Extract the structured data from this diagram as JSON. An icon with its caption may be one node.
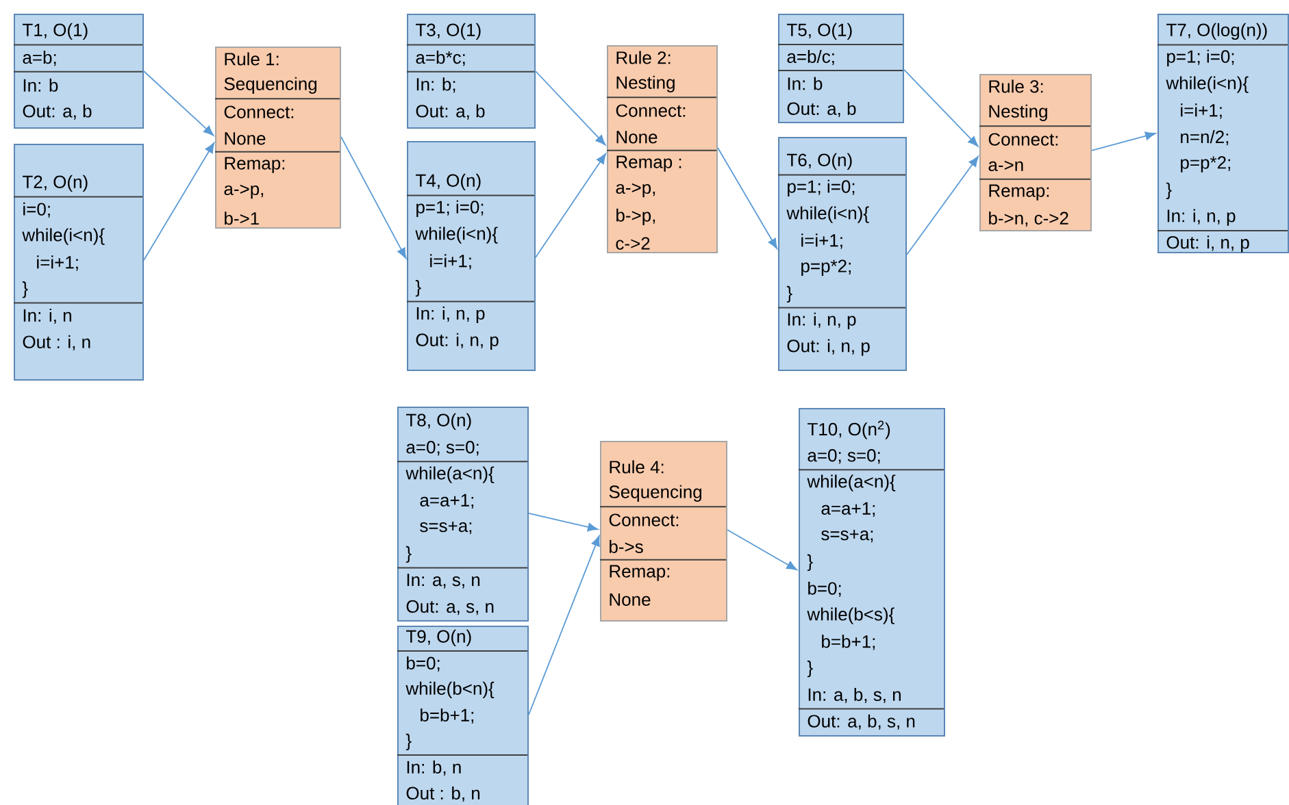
{
  "diagram": {
    "nodes": [
      {
        "text": [
          "T1, O(1)",
          "a=b;",
          "In: b",
          "Out: a, b"
        ]
      },
      {
        "text": [
          "T2, O(n)",
          "i=0;",
          "while(i<n){",
          "i=i+1;",
          "}",
          "In: i, n",
          "Out : i, n"
        ]
      },
      {
        "text": [
          "Rule 1:",
          "Sequencing",
          "Connect:",
          "None",
          "Remap:",
          "a->p,",
          "b->1"
        ]
      },
      {
        "text": [
          "T3, O(1)",
          "a=b*c;",
          "In: b;",
          "Out: a, b"
        ]
      },
      {
        "text": [
          "T4, O(n)",
          "p=1; i=0;",
          "while(i<n){",
          "i=i+1;",
          "}",
          "In: i, n, p",
          "Out: i, n, p"
        ]
      },
      {
        "text": [
          "Rule 2:",
          "Nesting",
          "Connect:",
          "None",
          "Remap :",
          "a->p,",
          "b->p,",
          "c->2"
        ]
      },
      {
        "text": [
          "T5, O(1)",
          "a=b/c;",
          "In: b",
          "Out: a, b"
        ]
      },
      {
        "text": [
          "T6, O(n)",
          "p=1; i=0;",
          "while(i<n){",
          "i=i+1;",
          "p=p*2;",
          "}",
          "In: i, n, p",
          "Out: i, n, p"
        ]
      },
      {
        "text": [
          "Rule 3:",
          "Nesting",
          "Connect:",
          "a->n",
          "Remap:",
          "b->n, c->2"
        ]
      },
      {
        "text": [
          "T7, O(log(n))",
          "p=1; i=0;",
          "while(i<n){",
          "i=i+1;",
          "n=n/2;",
          "p=p*2;",
          "}",
          "In: i, n, p",
          "Out: i, n, p"
        ]
      },
      {
        "text": [
          "T8, O(n)",
          "a=0; s=0;",
          "while(a<n){",
          "a=a+1;",
          "s=s+a;",
          "}",
          "In: a, s, n",
          "Out: a, s, n"
        ]
      },
      {
        "text": [
          "T9, O(n)",
          "b=0;",
          "while(b<n){",
          "b=b+1;",
          "}",
          "In: b, n",
          "Out : b, n"
        ]
      },
      {
        "text": [
          "Rule 4:",
          "Sequencing",
          "Connect:",
          "b->s",
          "Remap:",
          "None"
        ]
      },
      {
        "text": [
          "T10, O(n$^{2}$)",
          "a=0; s=0;",
          "while(a<n){",
          "a=a+1;",
          "s=s+a;",
          "}",
          "b=0;",
          "while(b<s){",
          "b=b+1;",
          "}",
          "In: a, b, s, n",
          "Out: a, b, s, n"
        ]
      }
    ],
    "edges": [
      {
        "from": 0,
        "to": 2,
        "arrow": "to"
      },
      {
        "from": 1,
        "to": 2,
        "arrow": "to"
      },
      {
        "from": 2,
        "to": 4,
        "arrow": "to"
      },
      {
        "from": 3,
        "to": 5,
        "arrow": "to"
      },
      {
        "from": 4,
        "to": 5,
        "arrow": "to"
      },
      {
        "from": 5,
        "to": 7,
        "arrow": "to"
      },
      {
        "from": 6,
        "to": 8,
        "arrow": "to"
      },
      {
        "from": 7,
        "to": 8,
        "arrow": "to"
      },
      {
        "from": 8,
        "to": 9,
        "arrow": "to"
      },
      {
        "from": 10,
        "to": 12,
        "arrow": "to"
      },
      {
        "from": 11,
        "to": 12,
        "arrow": "to"
      },
      {
        "from": 12,
        "to": 13,
        "arrow": "to"
      }
    ]
  }
}
